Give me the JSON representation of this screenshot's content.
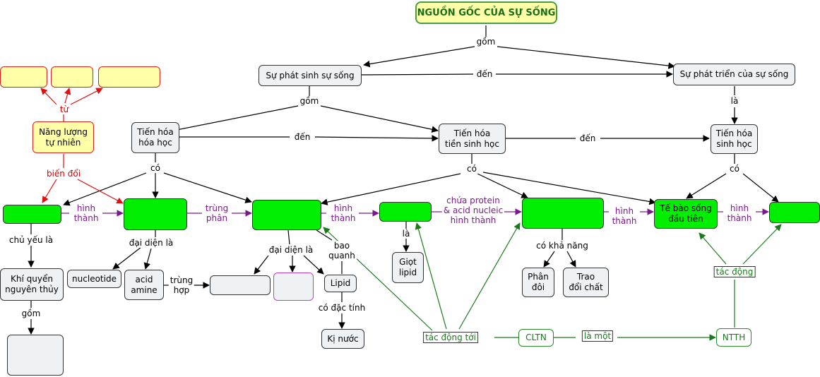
{
  "title": "NGUỒN GỐC CỦA SỰ SỐNG",
  "nodes": {
    "root": "NGUỒN GỐC CỦA SỰ SỐNG",
    "phat_sinh": "Sự phát sinh sự sống",
    "phat_trien": "Sự phát triển của sự sống",
    "hoa_hoc": "Tiến hóa\nhóa học",
    "tien_sinh_hoc": "Tiến hóa\ntiền sinh học",
    "sinh_hoc": "Tiến hóa\nsinh học",
    "nang_luong": "Năng lượng\ntự nhiên",
    "empty_red_1": "",
    "empty_red_2": "",
    "empty_red_3": "",
    "green_1": "",
    "green_2": "",
    "green_3": "",
    "green_4": "",
    "green_5": "",
    "te_bao": "Tế bào sống\nđầu tiên",
    "green_6": "",
    "khi_quyen": "Khí quyển\nnguyên thủy",
    "empty_gas": "",
    "nucleotide": "nucleotide",
    "acid_amine": "acid\namine",
    "empty_polymer_1": "",
    "empty_polymer_2": "",
    "lipid": "Lipid",
    "ki_nuoc": "Kị nước",
    "giot_lipid": "Giọt\nlipid",
    "phan_doi": "Phân\nđôi",
    "trao_doi": "Trao\nđổi chất",
    "cltn": "CLTN",
    "ntth": "NTTH"
  },
  "labels": {
    "gom_1": "gồm",
    "den_1": "đến",
    "la_1": "là",
    "gom_2": "gồm",
    "den_2": "đến",
    "den_3": "đến",
    "co_1": "có",
    "co_2": "có",
    "co_3": "có",
    "tu": "từ",
    "bien_doi": "biến đổi",
    "hinh_thanh_1": "hình\nthành",
    "trung_phan": "trùng\nphân",
    "hinh_thanh_2": "hình\nthành",
    "chua_protein": "chứa protein\n& acid nucleic\nhình thành",
    "hinh_thanh_3": "hình\nthành",
    "hinh_thanh_4": "hình\nthành",
    "chu_yeu_la": "chủ yếu là",
    "gom_3": "gồm",
    "dai_dien_la_1": "đại diện là",
    "trung_hop": "trùng\nhợp",
    "dai_dien_la_2": "đại diện là",
    "bao_quanh": "bao\nquanh",
    "co_dac_tinh": "có đặc tính",
    "la_2": "là",
    "co_kha_nang": "có khả năng",
    "tac_dong_toi": "tác động tới",
    "la_mot": "là một",
    "tac_dong": "tác động"
  },
  "colors": {
    "black_link": "#000000",
    "red_link": "#dd1111",
    "purple_link": "#7a1a8a",
    "green_link": "#1a7a1a",
    "green_node": "#00ee00",
    "yellow_node": "#ffffa8",
    "std_node": "#eef2f4"
  }
}
